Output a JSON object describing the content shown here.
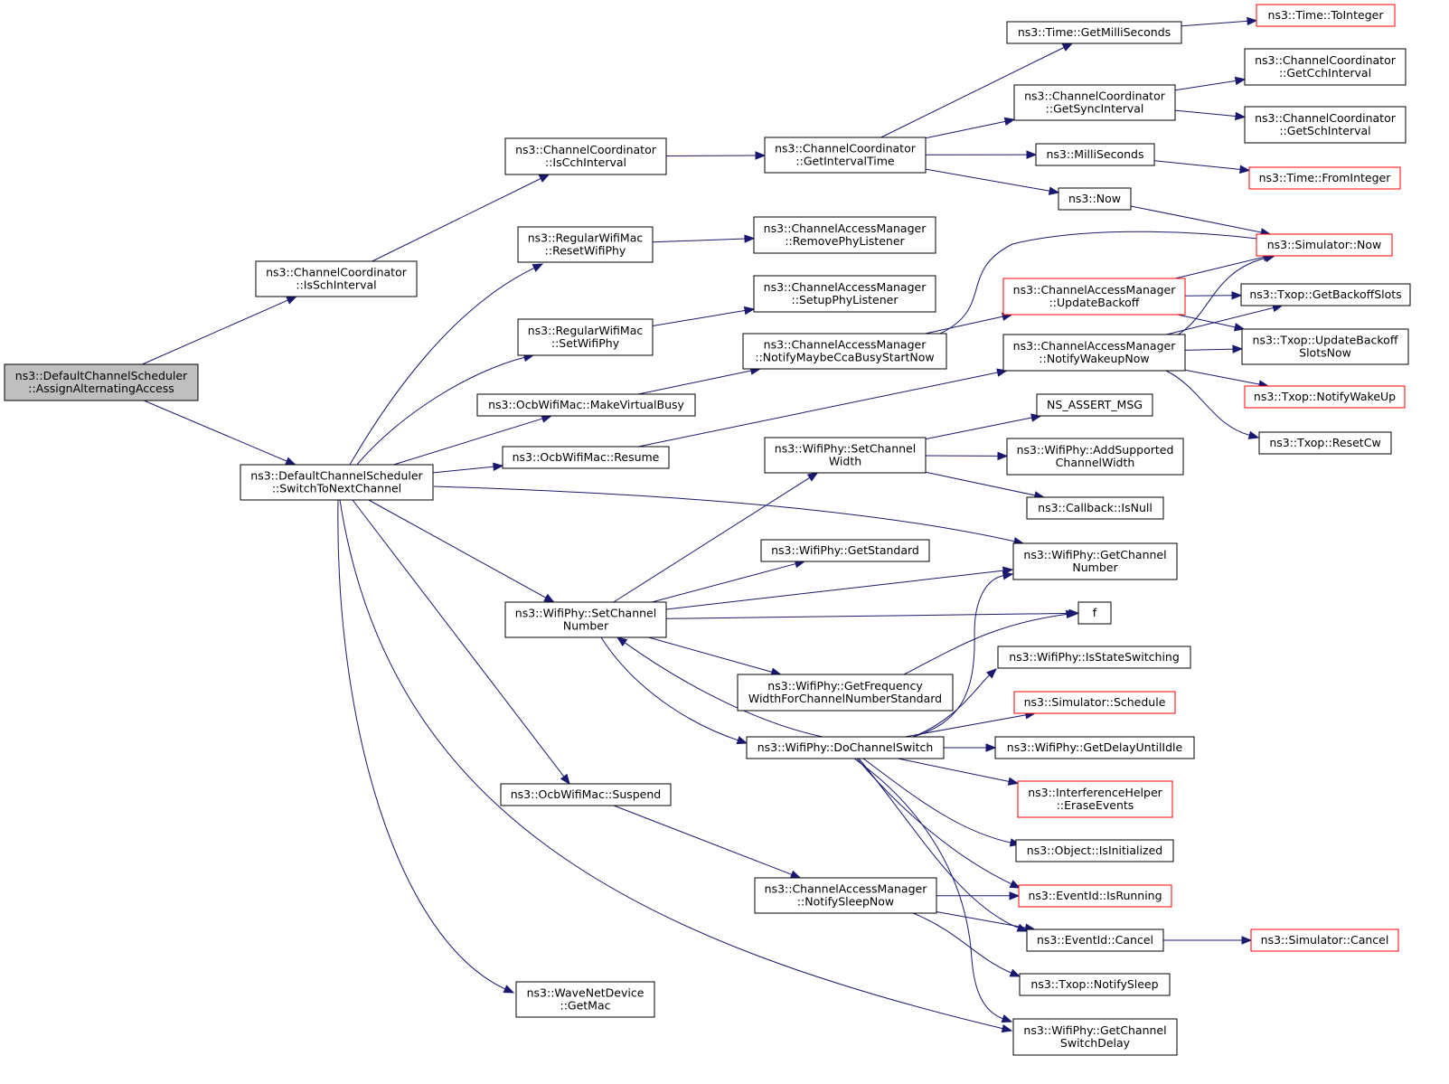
{
  "diagram": {
    "nodes": {
      "n_root": {
        "lines": [
          "ns3::DefaultChannelScheduler",
          "::AssignAlternatingAccess"
        ],
        "style": "root"
      },
      "n_isSch": {
        "lines": [
          "ns3::ChannelCoordinator",
          "::IsSchInterval"
        ],
        "style": "normal"
      },
      "n_switch": {
        "lines": [
          "ns3::DefaultChannelScheduler",
          "::SwitchToNextChannel"
        ],
        "style": "normal"
      },
      "n_isCch": {
        "lines": [
          "ns3::ChannelCoordinator",
          "::IsCchInterval"
        ],
        "style": "normal"
      },
      "n_getIntTime": {
        "lines": [
          "ns3::ChannelCoordinator",
          "::GetIntervalTime"
        ],
        "style": "normal"
      },
      "n_getMilli": {
        "lines": [
          "ns3::Time::GetMilliSeconds"
        ],
        "style": "normal"
      },
      "n_toInteger": {
        "lines": [
          "ns3::Time::ToInteger"
        ],
        "style": "red"
      },
      "n_getSync": {
        "lines": [
          "ns3::ChannelCoordinator",
          "::GetSyncInterval"
        ],
        "style": "normal"
      },
      "n_getCch": {
        "lines": [
          "ns3::ChannelCoordinator",
          "::GetCchInterval"
        ],
        "style": "normal"
      },
      "n_getSch": {
        "lines": [
          "ns3::ChannelCoordinator",
          "::GetSchInterval"
        ],
        "style": "normal"
      },
      "n_milliSec": {
        "lines": [
          "ns3::MilliSeconds"
        ],
        "style": "normal"
      },
      "n_fromInt": {
        "lines": [
          "ns3::Time::FromInteger"
        ],
        "style": "red"
      },
      "n_now": {
        "lines": [
          "ns3::Now"
        ],
        "style": "normal"
      },
      "n_simNow": {
        "lines": [
          "ns3::Simulator::Now"
        ],
        "style": "red"
      },
      "n_resetPhy": {
        "lines": [
          "ns3::RegularWifiMac",
          "::ResetWifiPhy"
        ],
        "style": "normal"
      },
      "n_removeListener": {
        "lines": [
          "ns3::ChannelAccessManager",
          "::RemovePhyListener"
        ],
        "style": "normal"
      },
      "n_setupListener": {
        "lines": [
          "ns3::ChannelAccessManager",
          "::SetupPhyListener"
        ],
        "style": "normal"
      },
      "n_setPhy": {
        "lines": [
          "ns3::RegularWifiMac",
          "::SetWifiPhy"
        ],
        "style": "normal"
      },
      "n_notifyCca": {
        "lines": [
          "ns3::ChannelAccessManager",
          "::NotifyMaybeCcaBusyStartNow"
        ],
        "style": "normal"
      },
      "n_updBackoff": {
        "lines": [
          "ns3::ChannelAccessManager",
          "::UpdateBackoff"
        ],
        "style": "red"
      },
      "n_getBackoff": {
        "lines": [
          "ns3::Txop::GetBackoffSlots"
        ],
        "style": "normal"
      },
      "n_updBackoffNow": {
        "lines": [
          "ns3::Txop::UpdateBackoff",
          "SlotsNow"
        ],
        "style": "normal"
      },
      "n_makeBusy": {
        "lines": [
          "ns3::OcbWifiMac::MakeVirtualBusy"
        ],
        "style": "normal"
      },
      "n_notifyWake": {
        "lines": [
          "ns3::ChannelAccessManager",
          "::NotifyWakeupNow"
        ],
        "style": "normal"
      },
      "n_txopWake": {
        "lines": [
          "ns3::Txop::NotifyWakeUp"
        ],
        "style": "red"
      },
      "n_resetCw": {
        "lines": [
          "ns3::Txop::ResetCw"
        ],
        "style": "normal"
      },
      "n_resume": {
        "lines": [
          "ns3::OcbWifiMac::Resume"
        ],
        "style": "normal"
      },
      "n_assertMsg": {
        "lines": [
          "NS_ASSERT_MSG"
        ],
        "style": "normal"
      },
      "n_setChWidth": {
        "lines": [
          "ns3::WifiPhy::SetChannel",
          "Width"
        ],
        "style": "normal"
      },
      "n_addWidth": {
        "lines": [
          "ns3::WifiPhy::AddSupported",
          "ChannelWidth"
        ],
        "style": "normal"
      },
      "n_isNull": {
        "lines": [
          "ns3::Callback::IsNull"
        ],
        "style": "normal"
      },
      "n_getStd": {
        "lines": [
          "ns3::WifiPhy::GetStandard"
        ],
        "style": "normal"
      },
      "n_getChNum": {
        "lines": [
          "ns3::WifiPhy::GetChannel",
          "Number"
        ],
        "style": "normal"
      },
      "n_setChNum": {
        "lines": [
          "ns3::WifiPhy::SetChannel",
          "Number"
        ],
        "style": "normal"
      },
      "n_f": {
        "lines": [
          "f"
        ],
        "style": "normal"
      },
      "n_getFreq": {
        "lines": [
          "ns3::WifiPhy::GetFrequency",
          "WidthForChannelNumberStandard"
        ],
        "style": "normal"
      },
      "n_isSwitching": {
        "lines": [
          "ns3::WifiPhy::IsStateSwitching"
        ],
        "style": "normal"
      },
      "n_schedule": {
        "lines": [
          "ns3::Simulator::Schedule"
        ],
        "style": "red"
      },
      "n_doSwitch": {
        "lines": [
          "ns3::WifiPhy::DoChannelSwitch"
        ],
        "style": "normal"
      },
      "n_getDelay": {
        "lines": [
          "ns3::WifiPhy::GetDelayUntilIdle"
        ],
        "style": "normal"
      },
      "n_eraseEvents": {
        "lines": [
          "ns3::InterferenceHelper",
          "::EraseEvents"
        ],
        "style": "red"
      },
      "n_isInit": {
        "lines": [
          "ns3::Object::IsInitialized"
        ],
        "style": "normal"
      },
      "n_suspend": {
        "lines": [
          "ns3::OcbWifiMac::Suspend"
        ],
        "style": "normal"
      },
      "n_isRunning": {
        "lines": [
          "ns3::EventId::IsRunning"
        ],
        "style": "red"
      },
      "n_notifySleep": {
        "lines": [
          "ns3::ChannelAccessManager",
          "::NotifySleepNow"
        ],
        "style": "normal"
      },
      "n_cancel": {
        "lines": [
          "ns3::EventId::Cancel"
        ],
        "style": "normal"
      },
      "n_simCancel": {
        "lines": [
          "ns3::Simulator::Cancel"
        ],
        "style": "red"
      },
      "n_txopSleep": {
        "lines": [
          "ns3::Txop::NotifySleep"
        ],
        "style": "normal"
      },
      "n_getMac": {
        "lines": [
          "ns3::WaveNetDevice",
          "::GetMac"
        ],
        "style": "normal"
      },
      "n_getSwDelay": {
        "lines": [
          "ns3::WifiPhy::GetChannel",
          "SwitchDelay"
        ],
        "style": "normal"
      }
    },
    "edges": [
      [
        "n_root",
        "n_isSch"
      ],
      [
        "n_root",
        "n_switch"
      ],
      [
        "n_isSch",
        "n_isCch"
      ],
      [
        "n_isCch",
        "n_getIntTime"
      ],
      [
        "n_getIntTime",
        "n_getMilli"
      ],
      [
        "n_getIntTime",
        "n_getSync"
      ],
      [
        "n_getIntTime",
        "n_milliSec"
      ],
      [
        "n_getIntTime",
        "n_now"
      ],
      [
        "n_getMilli",
        "n_toInteger"
      ],
      [
        "n_getSync",
        "n_getCch"
      ],
      [
        "n_getSync",
        "n_getSch"
      ],
      [
        "n_milliSec",
        "n_fromInt"
      ],
      [
        "n_now",
        "n_simNow"
      ],
      [
        "n_switch",
        "n_resetPhy"
      ],
      [
        "n_switch",
        "n_setPhy"
      ],
      [
        "n_switch",
        "n_makeBusy"
      ],
      [
        "n_switch",
        "n_resume"
      ],
      [
        "n_switch",
        "n_getChNum"
      ],
      [
        "n_switch",
        "n_setChNum"
      ],
      [
        "n_switch",
        "n_suspend"
      ],
      [
        "n_switch",
        "n_getMac"
      ],
      [
        "n_switch",
        "n_getSwDelay"
      ],
      [
        "n_resetPhy",
        "n_removeListener"
      ],
      [
        "n_setPhy",
        "n_setupListener"
      ],
      [
        "n_makeBusy",
        "n_notifyCca"
      ],
      [
        "n_notifyCca",
        "n_simNow"
      ],
      [
        "n_notifyCca",
        "n_updBackoff"
      ],
      [
        "n_updBackoff",
        "n_simNow"
      ],
      [
        "n_updBackoff",
        "n_getBackoff"
      ],
      [
        "n_updBackoff",
        "n_updBackoffNow"
      ],
      [
        "n_resume",
        "n_notifyWake"
      ],
      [
        "n_notifyWake",
        "n_simNow"
      ],
      [
        "n_notifyWake",
        "n_getBackoff"
      ],
      [
        "n_notifyWake",
        "n_updBackoffNow"
      ],
      [
        "n_notifyWake",
        "n_txopWake"
      ],
      [
        "n_notifyWake",
        "n_resetCw"
      ],
      [
        "n_setChNum",
        "n_setChWidth"
      ],
      [
        "n_setChNum",
        "n_getStd"
      ],
      [
        "n_setChNum",
        "n_getChNum"
      ],
      [
        "n_setChNum",
        "n_f"
      ],
      [
        "n_setChNum",
        "n_getFreq"
      ],
      [
        "n_setChNum",
        "n_doSwitch"
      ],
      [
        "n_setChWidth",
        "n_assertMsg"
      ],
      [
        "n_setChWidth",
        "n_addWidth"
      ],
      [
        "n_setChWidth",
        "n_isNull"
      ],
      [
        "n_getFreq",
        "n_f"
      ],
      [
        "n_doSwitch",
        "n_setChNum"
      ],
      [
        "n_doSwitch",
        "n_getChNum"
      ],
      [
        "n_doSwitch",
        "n_isSwitching"
      ],
      [
        "n_doSwitch",
        "n_schedule"
      ],
      [
        "n_doSwitch",
        "n_getDelay"
      ],
      [
        "n_doSwitch",
        "n_eraseEvents"
      ],
      [
        "n_doSwitch",
        "n_isInit"
      ],
      [
        "n_doSwitch",
        "n_isRunning"
      ],
      [
        "n_doSwitch",
        "n_cancel"
      ],
      [
        "n_doSwitch",
        "n_getSwDelay"
      ],
      [
        "n_suspend",
        "n_notifySleep"
      ],
      [
        "n_notifySleep",
        "n_isRunning"
      ],
      [
        "n_notifySleep",
        "n_cancel"
      ],
      [
        "n_notifySleep",
        "n_txopSleep"
      ],
      [
        "n_cancel",
        "n_simCancel"
      ]
    ]
  }
}
